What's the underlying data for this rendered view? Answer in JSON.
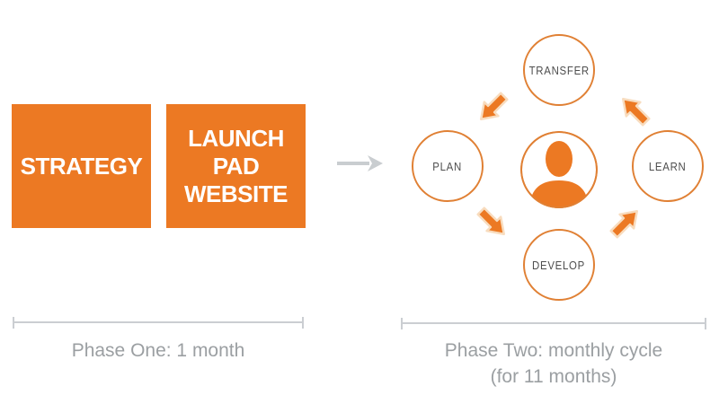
{
  "colors": {
    "accent": "#EC7923",
    "ring": "#E08034",
    "arrow_outline": "#F8DCBE",
    "gray_arrow": "#C9CDD0",
    "measure_line": "#CBCED2",
    "phase_text": "#9B9FA2",
    "circle_text": "#4E4E4E"
  },
  "phase_one": {
    "boxes": [
      {
        "lines": [
          "STRATEGY"
        ]
      },
      {
        "lines": [
          "LAUNCH PAD",
          "WEBSITE"
        ]
      }
    ],
    "caption": "Phase One: 1 month"
  },
  "flow": {
    "arrow": "right-arrow"
  },
  "phase_two": {
    "cycle": {
      "nodes": [
        {
          "id": "transfer",
          "label": "TRANSFER"
        },
        {
          "id": "plan",
          "label": "PLAN"
        },
        {
          "id": "learn",
          "label": "LEARN"
        },
        {
          "id": "develop",
          "label": "DEVELOP"
        }
      ],
      "center_icon": "person-icon",
      "direction": "transfer > plan > develop > learn > transfer"
    },
    "caption_lines": [
      "Phase Two: monthly cycle",
      "(for 11 months)"
    ]
  }
}
